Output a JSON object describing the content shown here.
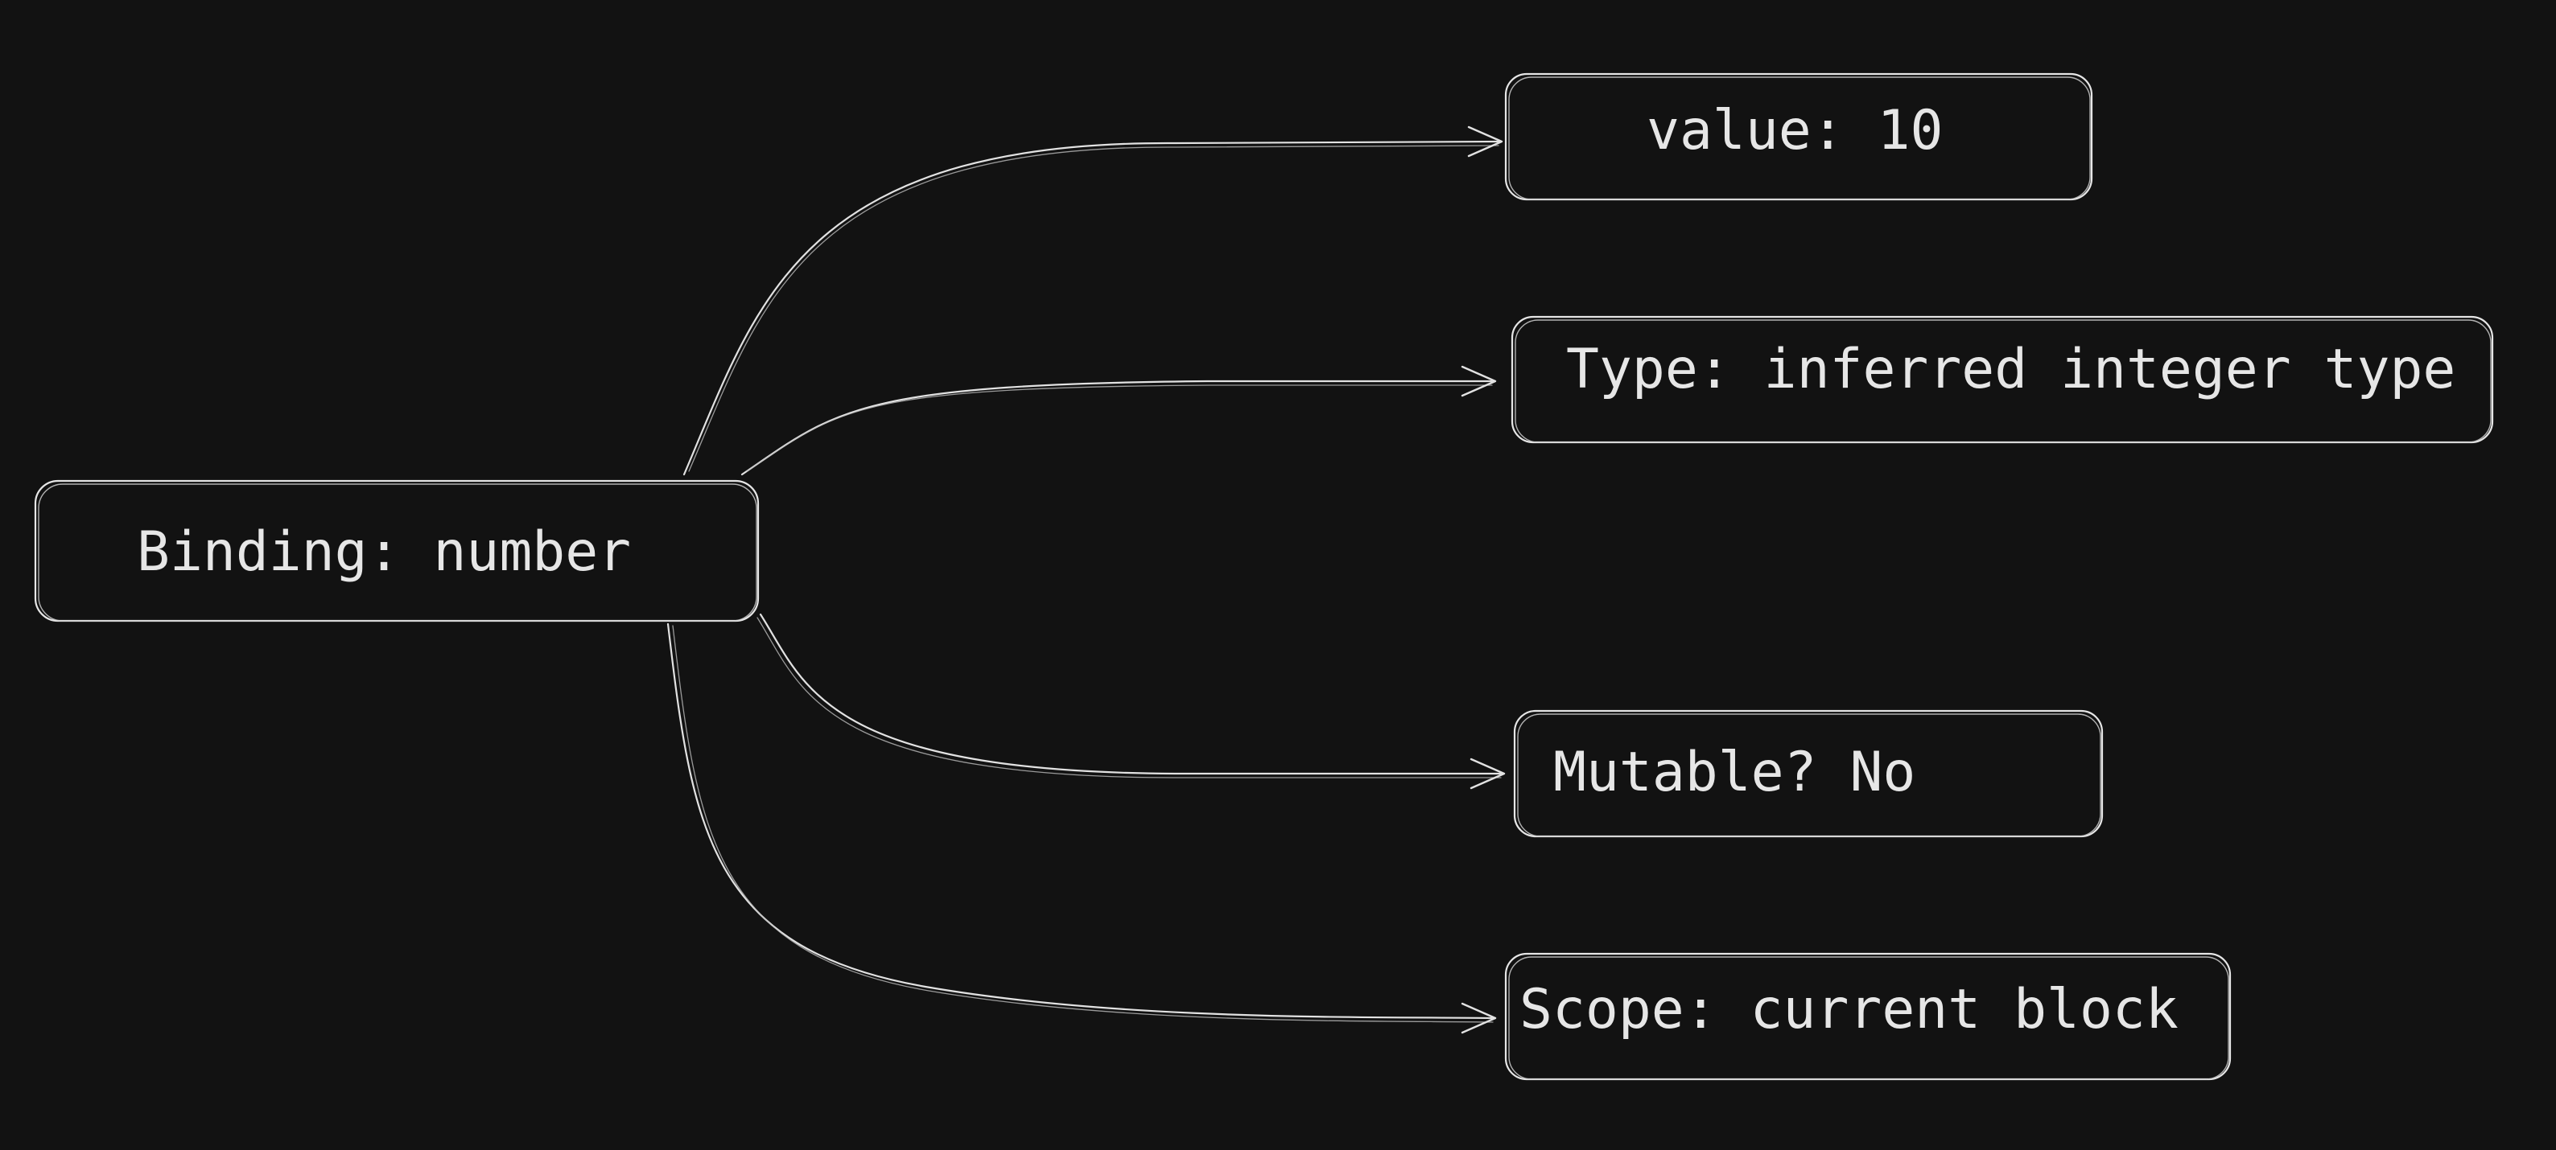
{
  "diagram": {
    "root": {
      "label": "Binding: number"
    },
    "properties": [
      {
        "id": "value",
        "label": "value: 10"
      },
      {
        "id": "type",
        "label": "Type: inferred integer type"
      },
      {
        "id": "mutable",
        "label": "Mutable? No"
      },
      {
        "id": "scope",
        "label": "Scope: current block"
      }
    ]
  },
  "colors": {
    "background": "#121212",
    "stroke": "#e6e6e6",
    "text": "#e6e6e6"
  }
}
